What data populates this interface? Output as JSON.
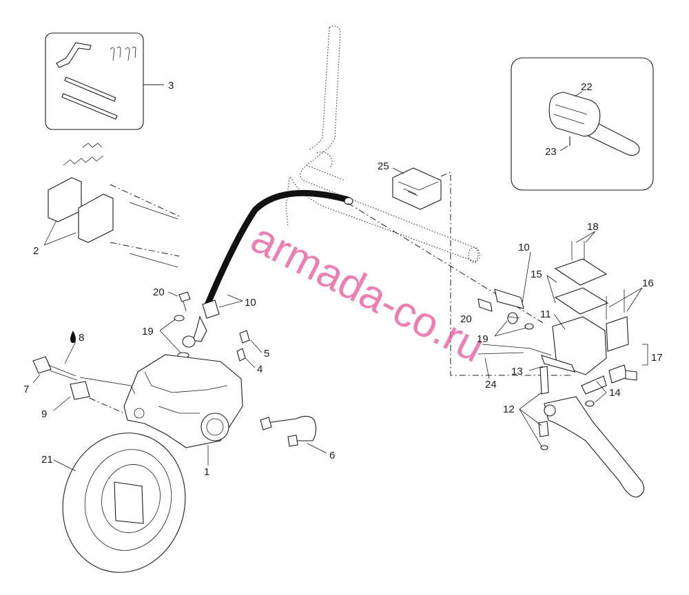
{
  "callouts": {
    "c1": "1",
    "c2": "2",
    "c3": "3",
    "c4": "4",
    "c5": "5",
    "c6": "6",
    "c7": "7",
    "c8": "8",
    "c9": "9",
    "c10a": "10",
    "c10b": "10",
    "c11": "11",
    "c12": "12",
    "c13": "13",
    "c14": "14",
    "c15": "15",
    "c16": "16",
    "c17": "17",
    "c18": "18",
    "c19a": "19",
    "c19b": "19",
    "c20a": "20",
    "c20b": "20",
    "c21": "21",
    "c22": "22",
    "c23": "23",
    "c24": "24",
    "c25": "25"
  },
  "watermark": {
    "text": "armada-co.ru",
    "color": "#e85a9b"
  },
  "colors": {
    "ink": "#1a1a1a",
    "background": "#ffffff"
  }
}
